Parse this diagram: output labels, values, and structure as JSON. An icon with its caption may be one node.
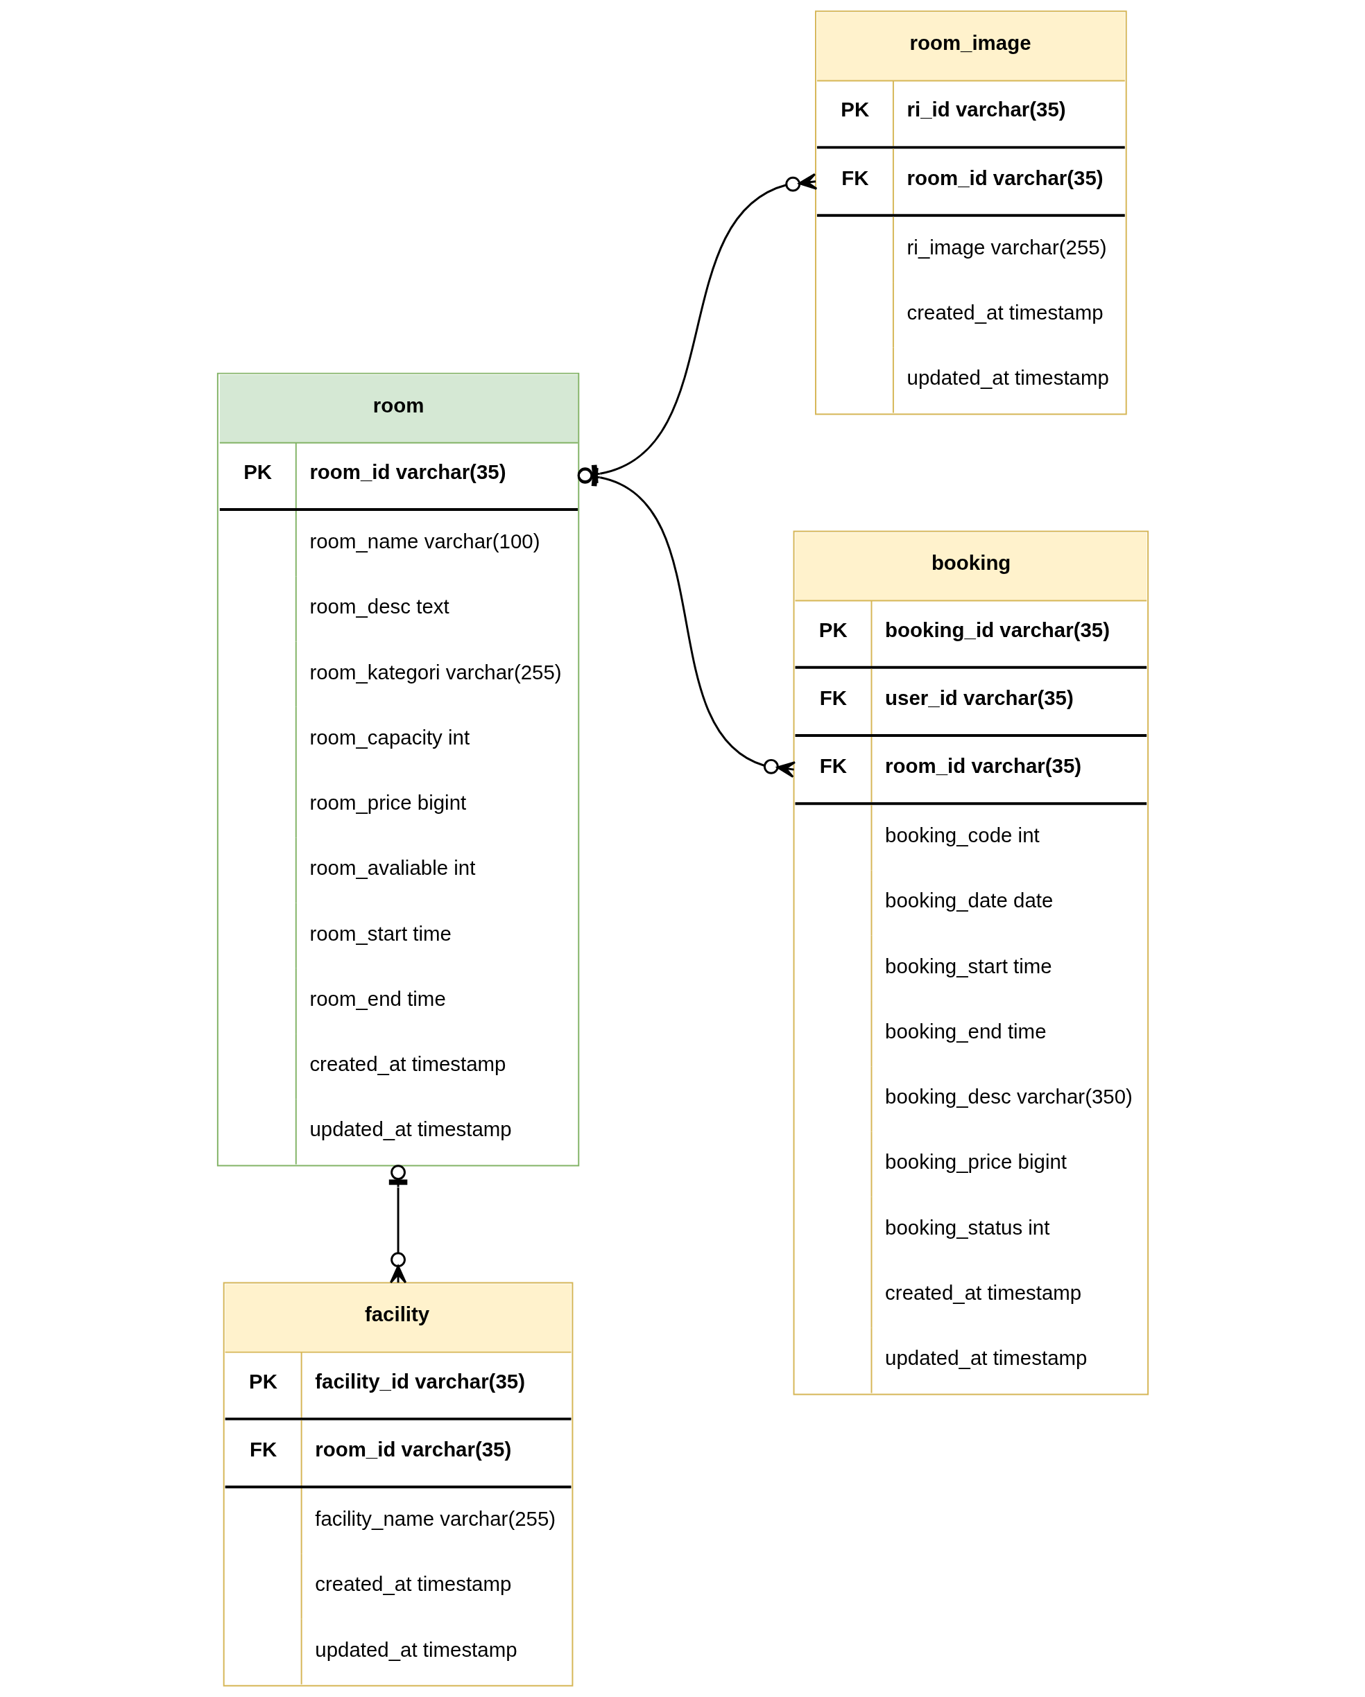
{
  "diagram": {
    "nodes": [
      {
        "text": [
          "room",
          "PK",
          "room_id varchar(35)",
          "room_name varchar(100)",
          "room_desc text",
          "room_kategori varchar(255)",
          "room_capacity int",
          "room_price bigint",
          "room_avaliable int",
          "room_start time",
          "room_end time",
          "created_at timestamp",
          "updated_at timestamp"
        ]
      },
      {
        "text": [
          "room_image",
          "PK",
          "ri_id varchar(35)",
          "FK",
          "room_id varchar(35)",
          "ri_image varchar(255)",
          "created_at timestamp",
          "updated_at timestamp"
        ]
      },
      {
        "text": [
          "booking",
          "PK",
          "booking_id varchar(35)",
          "FK",
          "user_id varchar(35)",
          "FK",
          "room_id varchar(35)",
          "booking_code int",
          "booking_date date",
          "booking_start time",
          "booking_end time",
          "booking_desc varchar(350)",
          "booking_price bigint",
          "booking_status int",
          "created_at timestamp",
          "updated_at timestamp"
        ]
      },
      {
        "text": [
          "facility",
          "PK",
          "facility_id varchar(35)",
          "FK",
          "room_id varchar(35)",
          "facility_name varchar(255)",
          "created_at timestamp",
          "updated_at timestamp"
        ]
      }
    ],
    "edges": [
      {
        "from": 0,
        "to": 1,
        "arrow": "other"
      },
      {
        "from": 0,
        "to": 2,
        "arrow": "other"
      },
      {
        "from": 0,
        "to": 3,
        "arrow": "other"
      }
    ]
  }
}
